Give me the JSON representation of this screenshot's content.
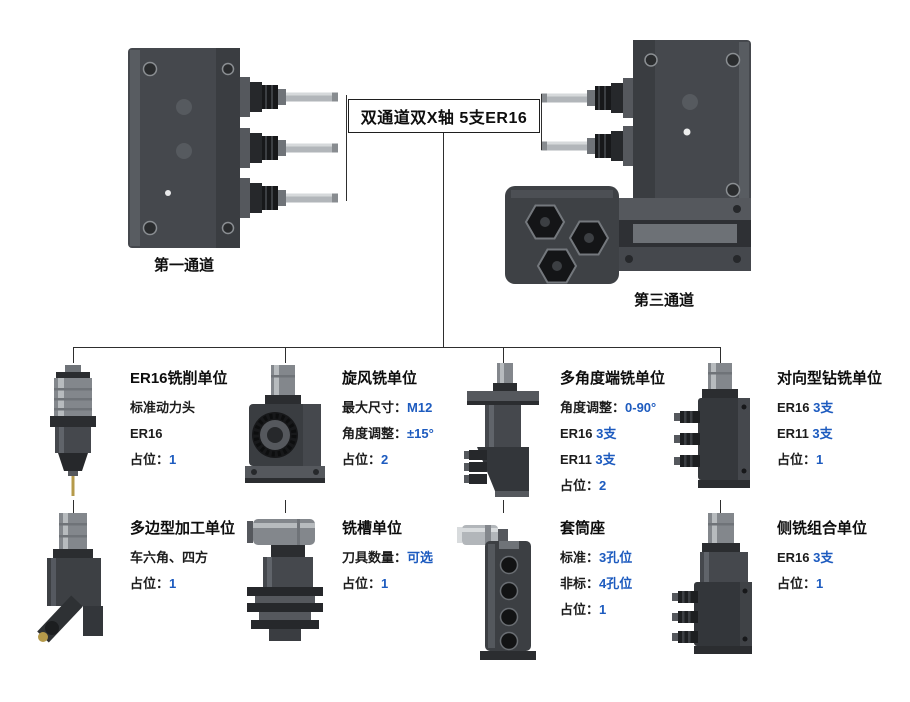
{
  "header": {
    "center_label": "双通道双X轴 5支ER16",
    "left_channel_label": "第一通道",
    "right_channel_label": "第三通道"
  },
  "colors": {
    "accent_value": "#1d5bbf",
    "line_color": "#2e2e2e"
  },
  "units": [
    {
      "id": "er16-milling",
      "title": "ER16铣削单位",
      "specs": [
        {
          "label": "标准动力头",
          "value": ""
        },
        {
          "label": "ER16",
          "value": ""
        },
        {
          "label": "占位：",
          "value": "1"
        }
      ]
    },
    {
      "id": "whirlwind-milling",
      "title": "旋风铣单位",
      "specs": [
        {
          "label": "最大尺寸：",
          "value": "M12"
        },
        {
          "label": "角度调整：",
          "value": "±15°"
        },
        {
          "label": "占位：",
          "value": "2"
        }
      ]
    },
    {
      "id": "multi-angle-end-milling",
      "title": "多角度端铣单位",
      "specs": [
        {
          "label": "角度调整：",
          "value": "0-90°"
        },
        {
          "label": "ER16 ",
          "value": "3支"
        },
        {
          "label": "ER11 ",
          "value": "3支"
        },
        {
          "label": "占位：",
          "value": "2"
        }
      ]
    },
    {
      "id": "opposed-drill-milling",
      "title": "对向型钻铣单位",
      "specs": [
        {
          "label": "ER16 ",
          "value": "3支"
        },
        {
          "label": "ER11 ",
          "value": "3支"
        },
        {
          "label": "占位：",
          "value": "1"
        }
      ]
    },
    {
      "id": "polygon-machining",
      "title": "多边型加工单位",
      "specs": [
        {
          "label": "车六角、四方",
          "value": ""
        },
        {
          "label": "占位：",
          "value": "1"
        }
      ]
    },
    {
      "id": "slot-milling",
      "title": "铣槽单位",
      "specs": [
        {
          "label": "刀具数量：",
          "value": "可选"
        },
        {
          "label": "占位：",
          "value": "1"
        }
      ]
    },
    {
      "id": "sleeve-holder",
      "title": "套筒座",
      "specs": [
        {
          "label": "标准：",
          "value": "3孔位"
        },
        {
          "label": "非标：",
          "value": "4孔位"
        },
        {
          "label": "占位：",
          "value": "1"
        }
      ]
    },
    {
      "id": "side-milling-combo",
      "title": "侧铣组合单位",
      "specs": [
        {
          "label": "ER16 ",
          "value": "3支"
        },
        {
          "label": "占位：",
          "value": "1"
        }
      ]
    }
  ]
}
